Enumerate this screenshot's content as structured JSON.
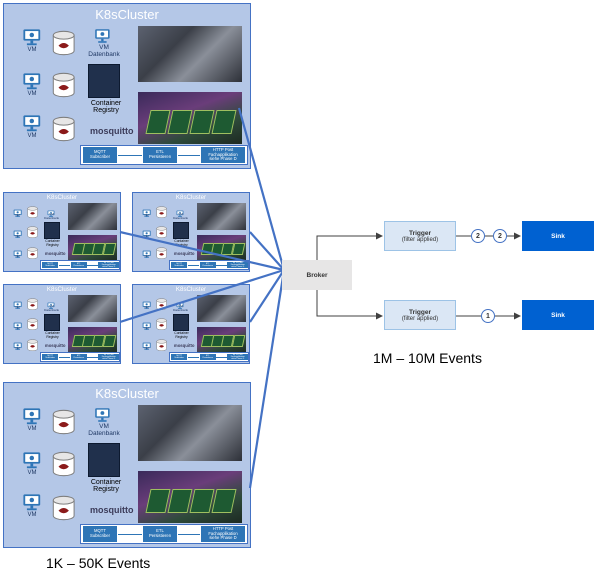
{
  "clusters": [
    {
      "title": "K8sCluster",
      "datenbank": "VM\nDatenbank",
      "registry": "Container\nRegistry",
      "vm": "VM",
      "mosquitto": "mosquitto",
      "pipeline": [
        "MQTT\nSubscriber",
        "ETL\nPersistieren",
        "HTTP Post\nFachapplikation\nsiehe Phase D"
      ]
    },
    {
      "title": "K8sCluster",
      "datenbank": "VM\nDatenbank",
      "registry": "Container\nRegistry",
      "vm": "VM",
      "mosquitto": "mosquitto",
      "pipeline": [
        "MQTT\nSubscriber",
        "ETL\nPersistieren",
        "HTTP Post\nFachapplikation\nsiehe Phase D"
      ]
    },
    {
      "title": "K8sCluster",
      "datenbank": "VM\nDatenbank",
      "registry": "Container\nRegistry",
      "vm": "VM",
      "mosquitto": "mosquitto",
      "pipeline": [
        "MQTT\nSubscriber",
        "ETL\nPersistieren",
        "HTTP Post\nFachapplikation\nsiehe Phase D"
      ]
    },
    {
      "title": "K8sCluster",
      "datenbank": "VM\nDatenbank",
      "registry": "Container\nRegistry",
      "vm": "VM",
      "mosquitto": "mosquitto",
      "pipeline": [
        "MQTT\nSubscriber",
        "ETL\nPersistieren",
        "HTTP Post\nFachapplikation\nsiehe Phase D"
      ]
    },
    {
      "title": "K8sCluster",
      "datenbank": "VM\nDatenbank",
      "registry": "Container\nRegistry",
      "vm": "VM",
      "mosquitto": "mosquitto",
      "pipeline": [
        "MQTT\nSubscriber",
        "ETL\nPersistieren",
        "HTTP Post\nFachapplikation\nsiehe Phase D"
      ]
    },
    {
      "title": "K8sCluster",
      "datenbank": "VM\nDatenbank",
      "registry": "Container\nRegistry",
      "vm": "VM",
      "mosquitto": "mosquitto",
      "pipeline": [
        "MQTT\nSubscriber",
        "ETL\nPersistieren",
        "HTTP Post\nFachapplikation\nsiehe Phase D"
      ]
    }
  ],
  "labels": {
    "left_events": "1K – 50K Events",
    "right_events": "1M – 10M Events"
  },
  "broker": {
    "label": "Broker"
  },
  "triggers": [
    {
      "title": "Trigger",
      "subtitle": "(filter applied)",
      "bubbles": [
        "2",
        "2"
      ],
      "sink": "Sink"
    },
    {
      "title": "Trigger",
      "subtitle": "(filter applied)",
      "bubbles": [
        "1"
      ],
      "sink": "Sink"
    }
  ],
  "colors": {
    "cluster_bg": "#b4c7e7",
    "accent": "#4472c4",
    "sink": "#0061d1",
    "broker": "#e7e6e6"
  }
}
